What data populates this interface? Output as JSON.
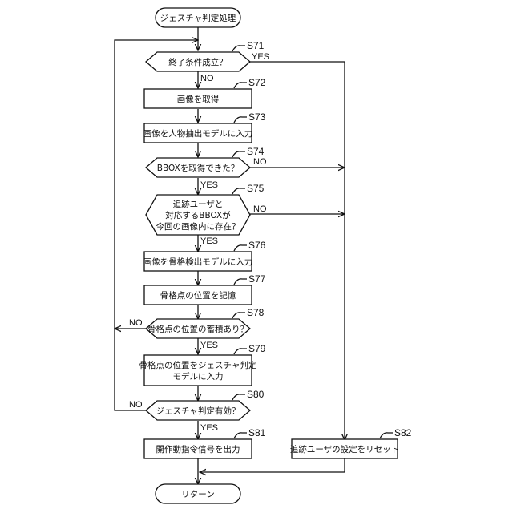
{
  "diagram": {
    "type": "flowchart",
    "start": {
      "label": "ジェスチャ判定処理"
    },
    "end": {
      "label": "リターン"
    },
    "nodes": [
      {
        "id": "S71",
        "kind": "decision",
        "lines": [
          "終了条件成立？"
        ]
      },
      {
        "id": "S72",
        "kind": "process",
        "lines": [
          "画像を取得"
        ]
      },
      {
        "id": "S73",
        "kind": "process",
        "lines": [
          "画像を人物抽出モデルに入力"
        ]
      },
      {
        "id": "S74",
        "kind": "decision",
        "lines": [
          "BBOXを取得できた？"
        ]
      },
      {
        "id": "S75",
        "kind": "decision",
        "lines": [
          "追跡ユーザと",
          "対応するBBOXが",
          "今回の画像内に存在？"
        ]
      },
      {
        "id": "S76",
        "kind": "process",
        "lines": [
          "画像を骨格検出モデルに入力"
        ]
      },
      {
        "id": "S77",
        "kind": "process",
        "lines": [
          "骨格点の位置を記憶"
        ]
      },
      {
        "id": "S78",
        "kind": "decision",
        "lines": [
          "骨格点の位置の蓄積あり？"
        ]
      },
      {
        "id": "S79",
        "kind": "process",
        "lines": [
          "骨格点の位置をジェスチャ判定",
          "モデルに入力"
        ]
      },
      {
        "id": "S80",
        "kind": "decision",
        "lines": [
          "ジェスチャ判定有効？"
        ]
      },
      {
        "id": "S81",
        "kind": "process",
        "lines": [
          "開作動指令信号を出力"
        ]
      },
      {
        "id": "S82",
        "kind": "process",
        "lines": [
          "追跡ユーザの設定をリセット"
        ]
      }
    ],
    "edges": [
      {
        "from": "start",
        "to": "S71"
      },
      {
        "from": "S71",
        "to": "S72",
        "label": "NO"
      },
      {
        "from": "S71",
        "to": "S82",
        "label": "YES"
      },
      {
        "from": "S72",
        "to": "S73"
      },
      {
        "from": "S73",
        "to": "S74"
      },
      {
        "from": "S74",
        "to": "S75",
        "label": "YES"
      },
      {
        "from": "S74",
        "to": "S82",
        "label": "NO"
      },
      {
        "from": "S75",
        "to": "S76",
        "label": "YES"
      },
      {
        "from": "S75",
        "to": "S82",
        "label": "NO"
      },
      {
        "from": "S76",
        "to": "S77"
      },
      {
        "from": "S77",
        "to": "S78"
      },
      {
        "from": "S78",
        "to": "S79",
        "label": "YES"
      },
      {
        "from": "S78",
        "to": "S71",
        "label": "NO"
      },
      {
        "from": "S79",
        "to": "S80"
      },
      {
        "from": "S80",
        "to": "S81",
        "label": "YES"
      },
      {
        "from": "S80",
        "to": "S71",
        "label": "NO"
      },
      {
        "from": "S81",
        "to": "end"
      },
      {
        "from": "S82",
        "to": "end"
      }
    ],
    "branch_labels": {
      "yes": "YES",
      "no": "NO"
    }
  }
}
